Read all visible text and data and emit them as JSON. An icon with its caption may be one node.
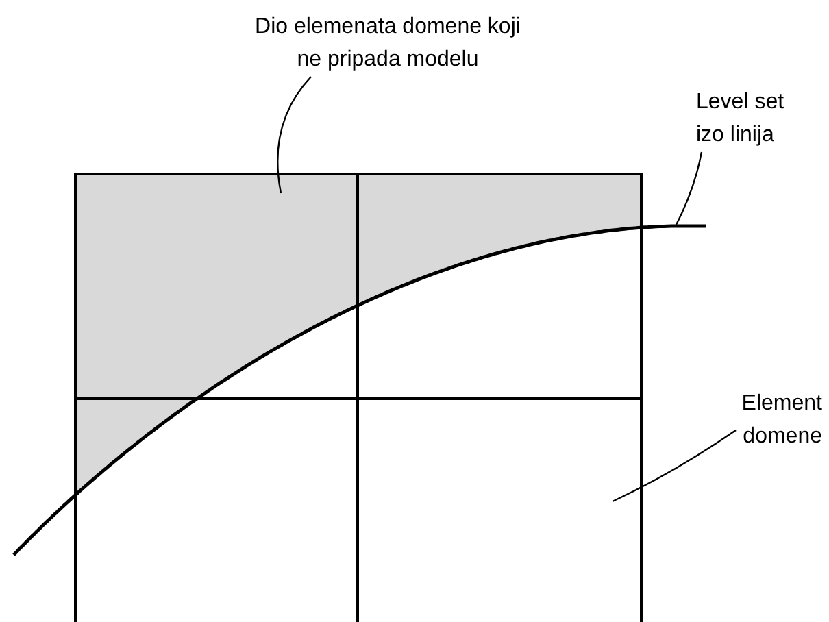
{
  "diagram": {
    "nodes": [
      {
        "text": [
          "Dio elemenata domene koji ne pripada modelu"
        ]
      },
      {
        "text": [],
        "shape": "region"
      },
      {
        "text": [
          "Level set izo linija"
        ]
      },
      {
        "text": [],
        "shape": "curve"
      },
      {
        "text": [
          "Element domene"
        ]
      },
      {
        "text": [],
        "shape": "box"
      }
    ],
    "edges": [
      {
        "from": 0,
        "to": 1,
        "arrow": "none"
      },
      {
        "from": 2,
        "to": 3,
        "arrow": "none"
      },
      {
        "from": 4,
        "to": 5,
        "arrow": "none"
      }
    ]
  }
}
